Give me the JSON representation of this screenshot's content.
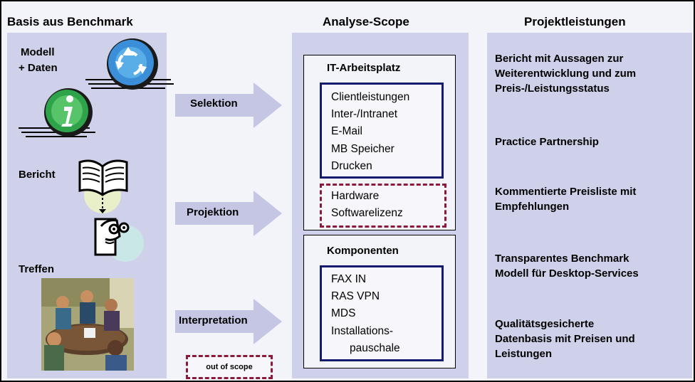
{
  "headers": {
    "left": "Basis aus Benchmark",
    "middle": "Analyse-Scope",
    "right": "Projektleistungen"
  },
  "left_labels": {
    "modell": [
      "Modell",
      "+ Daten"
    ],
    "bericht": "Bericht",
    "treffen": "Treffen"
  },
  "arrows": [
    "Selektion",
    "Projektion",
    "Interpretation"
  ],
  "it_box": {
    "title": "IT-Arbeitsplatz",
    "in_scope": [
      "Clientleistungen",
      "Inter-/Intranet",
      "E-Mail",
      "MB Speicher",
      "Drucken"
    ],
    "out_of_scope": [
      "Hardware",
      "Softwarelizenz"
    ]
  },
  "komp_box": {
    "title": "Komponenten",
    "items": [
      "FAX IN",
      "RAS VPN",
      "MDS",
      "Installations-",
      "pauschale"
    ]
  },
  "legend": "out of scope",
  "right_items": [
    [
      "Bericht mit Aussagen zur",
      "Weiterentwicklung und zum",
      "Preis-/Leistungsstatus"
    ],
    [
      "Practice Partnership"
    ],
    [
      "Kommentierte Preisliste mit",
      "Empfehlungen"
    ],
    [
      "Transparentes Benchmark",
      "Modell für Desktop-Services"
    ],
    [
      "Qualitätsgesicherte",
      "Datenbasis mit Preisen und",
      "Leistungen"
    ]
  ],
  "icons": [
    "recycle-icon",
    "info-icon",
    "book-icon",
    "reader-icon",
    "meeting-illustration"
  ],
  "colors": {
    "panel": "#cfd0ea",
    "blue_border": "#141a6e",
    "dashed": "#8b1a3a",
    "arrow": "#c5c6e4"
  }
}
